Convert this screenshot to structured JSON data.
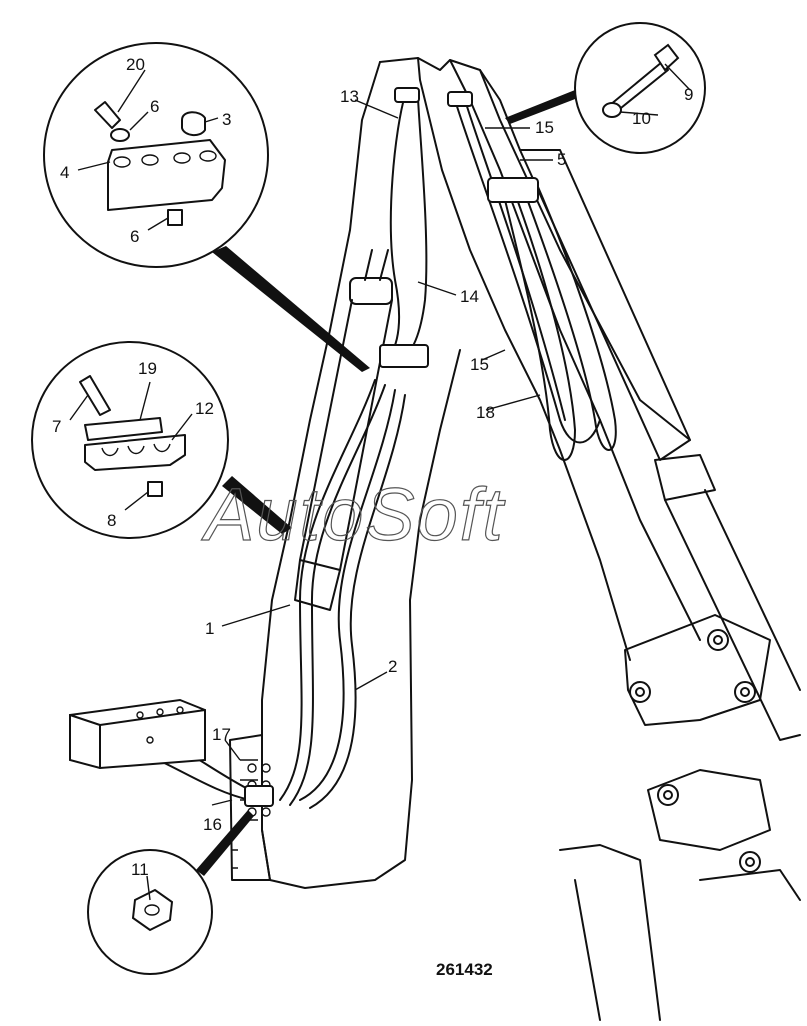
{
  "figure_code": "261432",
  "watermark": "AutoSoft",
  "callouts": [
    "1",
    "2",
    "3",
    "4",
    "5",
    "6",
    "6",
    "7",
    "8",
    "9",
    "10",
    "11",
    "12",
    "13",
    "14",
    "15",
    "15",
    "16",
    "17",
    "18",
    "19",
    "20"
  ]
}
